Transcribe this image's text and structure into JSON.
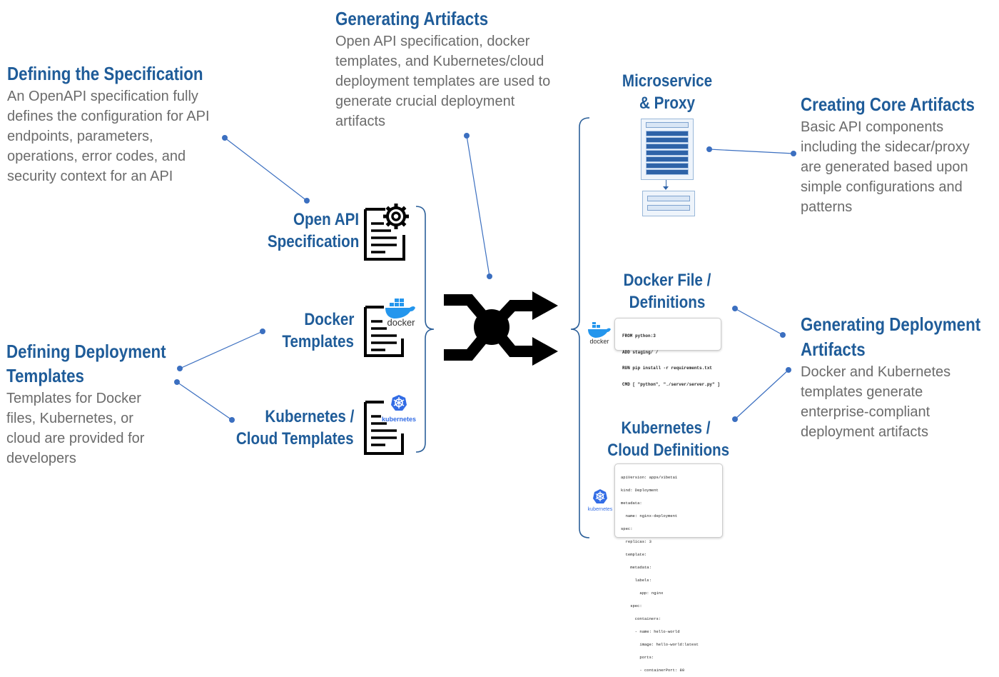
{
  "left": {
    "spec": {
      "title": "Defining the Specification",
      "body": "An OpenAPI specification fully defines the configuration for API endpoints, parameters, operations, error codes, and security context for an API"
    },
    "deploy": {
      "title_line1": "Defining Deployment",
      "title_line2": "Templates",
      "body": "Templates for Docker files, Kubernetes, or cloud are provided for developers"
    }
  },
  "top": {
    "title": "Generating Artifacts",
    "body": "Open API specification, docker templates, and Kubernetes/cloud deployment templates are used to generate crucial deployment artifacts"
  },
  "inputs": [
    {
      "line1": "Open API",
      "line2": "Specification",
      "icon": "gear-document-icon"
    },
    {
      "line1": "Docker",
      "line2": "Templates",
      "icon": "docker-document-icon",
      "logo": "docker"
    },
    {
      "line1": "Kubernetes /",
      "line2": "Cloud  Templates",
      "icon": "kubernetes-document-icon",
      "logo": "kubernetes"
    }
  ],
  "outputs": {
    "micro": {
      "line1": "Microservice",
      "line2": "& Proxy"
    },
    "docker": {
      "line1": "Docker File /",
      "line2": "Definitions",
      "logo": "docker",
      "code": [
        "FROM python:3",
        "ADD staging/ /",
        "RUN pip install -r requirements.txt",
        "CMD [ \"python\", \"./server/server.py\" ]"
      ]
    },
    "k8s": {
      "line1": "Kubernetes /",
      "line2": "Cloud  Definitions",
      "logo": "kubernetes",
      "code": [
        "apiVersion: apps/v1beta1",
        "kind: Deployment",
        "metadata:",
        "  name: nginx-deployment",
        "spec:",
        "  replicas: 3",
        "  template:",
        "    metadata:",
        "      labels:",
        "        app: nginx",
        "    spec:",
        "      containers:",
        "      - name: hello-world",
        "        image: hello-world:latest",
        "        ports:",
        "        - containerPort: 80"
      ]
    }
  },
  "right": {
    "core": {
      "title": "Creating Core Artifacts",
      "body": "Basic API components including the sidecar/proxy are generated based upon simple configurations and patterns"
    },
    "deploy": {
      "title_line1": "Generating Deployment",
      "title_line2": "Artifacts",
      "body": "Docker and Kubernetes templates generate enterprise-compliant deployment artifacts"
    }
  },
  "colors": {
    "heading": "#1f5c99",
    "body": "#6b6b6b",
    "connector": "#3b6fc0",
    "bracket": "#2b5f99"
  }
}
